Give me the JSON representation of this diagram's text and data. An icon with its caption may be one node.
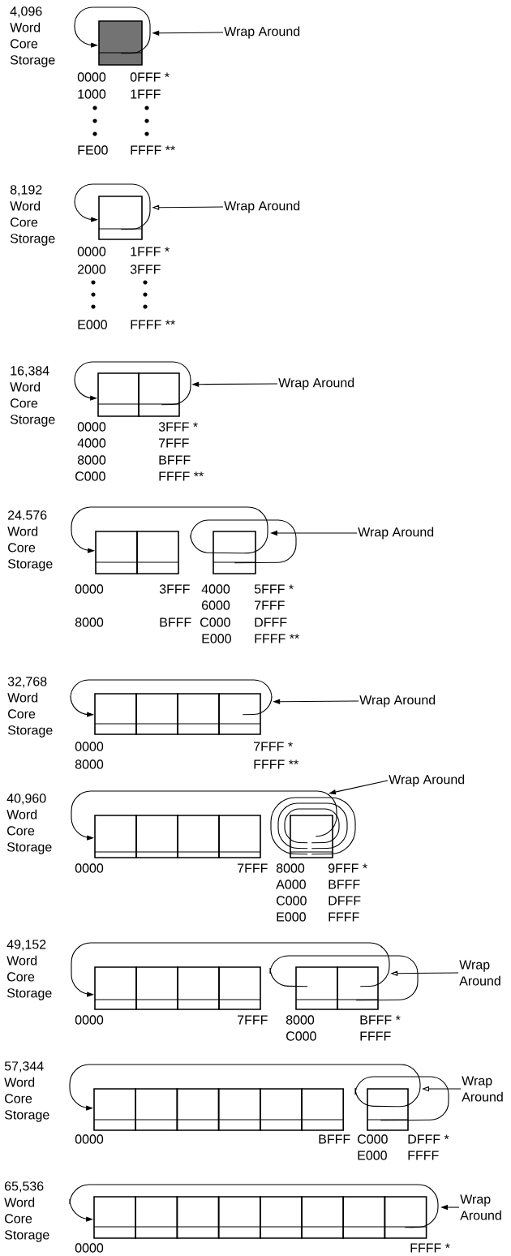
{
  "diagram": {
    "nodes": [
      {
        "text": [],
        "shape": "box"
      },
      {
        "text": [
          "Wrap Around"
        ]
      },
      {
        "text": [],
        "shape": "box"
      },
      {
        "text": [
          "Wrap Around"
        ]
      },
      {
        "text": [],
        "shape": "box"
      },
      {
        "text": [],
        "shape": "box"
      },
      {
        "text": [
          "Wrap Around"
        ]
      },
      {
        "text": [],
        "shape": "box"
      },
      {
        "text": [],
        "shape": "box"
      },
      {
        "text": [],
        "shape": "box"
      },
      {
        "text": [
          "Wrap Around"
        ]
      },
      {
        "text": [],
        "shape": "box"
      },
      {
        "text": [],
        "shape": "box"
      },
      {
        "text": [],
        "shape": "box"
      },
      {
        "text": [],
        "shape": "box"
      },
      {
        "text": [
          "Wrap Around"
        ]
      },
      {
        "text": [],
        "shape": "box"
      },
      {
        "text": [],
        "shape": "box"
      },
      {
        "text": [],
        "shape": "box"
      },
      {
        "text": [],
        "shape": "box"
      },
      {
        "text": [],
        "shape": "box"
      },
      {
        "text": [
          "Wrap Around"
        ]
      },
      {
        "text": [],
        "shape": "box"
      },
      {
        "text": [],
        "shape": "box"
      },
      {
        "text": [],
        "shape": "box"
      },
      {
        "text": [],
        "shape": "box"
      },
      {
        "text": [],
        "shape": "box"
      },
      {
        "text": [],
        "shape": "box"
      },
      {
        "text": [
          "Wrap Around"
        ]
      },
      {
        "text": [],
        "shape": "box"
      },
      {
        "text": [],
        "shape": "box"
      },
      {
        "text": [],
        "shape": "box"
      },
      {
        "text": [],
        "shape": "box"
      },
      {
        "text": [],
        "shape": "box"
      },
      {
        "text": [],
        "shape": "box"
      },
      {
        "text": [],
        "shape": "box"
      },
      {
        "text": [
          "Wrap Around"
        ]
      },
      {
        "text": [],
        "shape": "box"
      },
      {
        "text": [],
        "shape": "box"
      },
      {
        "text": [],
        "shape": "box"
      },
      {
        "text": [],
        "shape": "box"
      },
      {
        "text": [],
        "shape": "box"
      },
      {
        "text": [],
        "shape": "box"
      },
      {
        "text": [],
        "shape": "box"
      },
      {
        "text": [],
        "shape": "box"
      },
      {
        "text": [
          "Wrap Around"
        ]
      }
    ],
    "edges": [
      {
        "from": 0,
        "to": 0,
        "arrow": "to"
      },
      {
        "from": 1,
        "to": 0,
        "arrow": "to"
      },
      {
        "from": 2,
        "to": 2,
        "arrow": "to"
      },
      {
        "from": 3,
        "to": 2,
        "arrow": "to"
      },
      {
        "from": 5,
        "to": 4,
        "arrow": "to"
      },
      {
        "from": 6,
        "to": 5,
        "arrow": "to"
      },
      {
        "from": 9,
        "to": 7,
        "arrow": "to"
      },
      {
        "from": 9,
        "to": 9,
        "arrow": "none"
      },
      {
        "from": 10,
        "to": null,
        "arrow": "to"
      },
      {
        "from": 14,
        "to": 11,
        "arrow": "to"
      },
      {
        "from": 15,
        "to": 14,
        "arrow": "to"
      },
      {
        "from": 20,
        "to": 16,
        "arrow": "to"
      },
      {
        "from": 20,
        "to": 20,
        "arrow": "none"
      },
      {
        "from": 20,
        "to": 20,
        "arrow": "none"
      },
      {
        "from": 20,
        "to": 20,
        "arrow": "none"
      },
      {
        "from": 21,
        "to": null,
        "arrow": "to"
      },
      {
        "from": 27,
        "to": 22,
        "arrow": "to"
      },
      {
        "from": 27,
        "to": 26,
        "arrow": "none"
      },
      {
        "from": 28,
        "to": 27,
        "arrow": "to"
      },
      {
        "from": 35,
        "to": 29,
        "arrow": "to"
      },
      {
        "from": 35,
        "to": 35,
        "arrow": "none"
      },
      {
        "from": 36,
        "to": null,
        "arrow": "to"
      },
      {
        "from": 44,
        "to": 37,
        "arrow": "to"
      },
      {
        "from": 45,
        "to": null,
        "arrow": "to"
      }
    ],
    "labels": [
      "4,096 Word Core Storage",
      "0000",
      "0FFF *",
      "1000",
      "1FFF",
      "FE00",
      "FFFF **",
      "8,192 Word Core Storage",
      "0000",
      "1FFF *",
      "2000",
      "3FFF",
      "E000",
      "FFFF **",
      "16,384 Word Core Storage",
      "0000",
      "3FFF *",
      "4000",
      "7FFF",
      "8000",
      "BFFF",
      "C000",
      "FFFF **",
      "24.576 Word Core Storage",
      "0000",
      "3FFF",
      "4000",
      "5FFF *",
      "6000",
      "7FFF",
      "8000",
      "BFFF",
      "C000",
      "DFFF",
      "E000",
      "FFFF **",
      "32,768 Word Core Storage",
      "0000",
      "7FFF *",
      "8000",
      "FFFF **",
      "40,960 Word Core Storage",
      "0000",
      "7FFF",
      "8000",
      "9FFF *",
      "A000",
      "BFFF",
      "C000",
      "DFFF",
      "E000",
      "FFFF",
      "49,152 Word Core Storage",
      "0000",
      "7FFF",
      "8000",
      "BFFF *",
      "C000",
      "FFFF",
      "57,344 Word Core Storage",
      "0000",
      "BFFF",
      "C000",
      "DFFF *",
      "E000",
      "FFFF",
      "65,536 Word Core Storage",
      "0000",
      "FFFF *"
    ]
  }
}
